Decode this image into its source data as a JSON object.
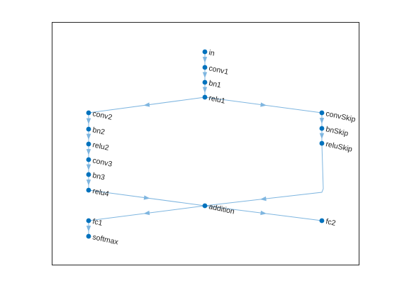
{
  "figure": {
    "background": "#ffffff",
    "axes_box_color": "#262626"
  },
  "graph": {
    "edge_color": "#7fb6e0",
    "node_color": "#0072bd",
    "nodes": [
      {
        "id": "in",
        "label": "in"
      },
      {
        "id": "conv1",
        "label": "conv1"
      },
      {
        "id": "bn1",
        "label": "bn1"
      },
      {
        "id": "relu1",
        "label": "relu1"
      },
      {
        "id": "conv2",
        "label": "conv2"
      },
      {
        "id": "bn2",
        "label": "bn2"
      },
      {
        "id": "relu2",
        "label": "relu2"
      },
      {
        "id": "conv3",
        "label": "conv3"
      },
      {
        "id": "bn3",
        "label": "bn3"
      },
      {
        "id": "relu4",
        "label": "relu4"
      },
      {
        "id": "convSkip",
        "label": "convSkip"
      },
      {
        "id": "bnSkip",
        "label": "bnSkip"
      },
      {
        "id": "reluSkip",
        "label": "reluSkip"
      },
      {
        "id": "addition",
        "label": "addition"
      },
      {
        "id": "fc1",
        "label": "fc1"
      },
      {
        "id": "softmax",
        "label": "softmax"
      },
      {
        "id": "fc2",
        "label": "fc2"
      }
    ],
    "edges": [
      {
        "from": "in",
        "to": "conv1"
      },
      {
        "from": "conv1",
        "to": "bn1"
      },
      {
        "from": "bn1",
        "to": "relu1"
      },
      {
        "from": "relu1",
        "to": "conv2"
      },
      {
        "from": "relu1",
        "to": "convSkip"
      },
      {
        "from": "conv2",
        "to": "bn2"
      },
      {
        "from": "bn2",
        "to": "relu2"
      },
      {
        "from": "relu2",
        "to": "conv3"
      },
      {
        "from": "conv3",
        "to": "bn3"
      },
      {
        "from": "bn3",
        "to": "relu4"
      },
      {
        "from": "convSkip",
        "to": "bnSkip"
      },
      {
        "from": "bnSkip",
        "to": "reluSkip"
      },
      {
        "from": "relu4",
        "to": "addition"
      },
      {
        "from": "reluSkip",
        "to": "addition"
      },
      {
        "from": "addition",
        "to": "fc1"
      },
      {
        "from": "addition",
        "to": "fc2"
      },
      {
        "from": "fc1",
        "to": "softmax"
      }
    ]
  }
}
